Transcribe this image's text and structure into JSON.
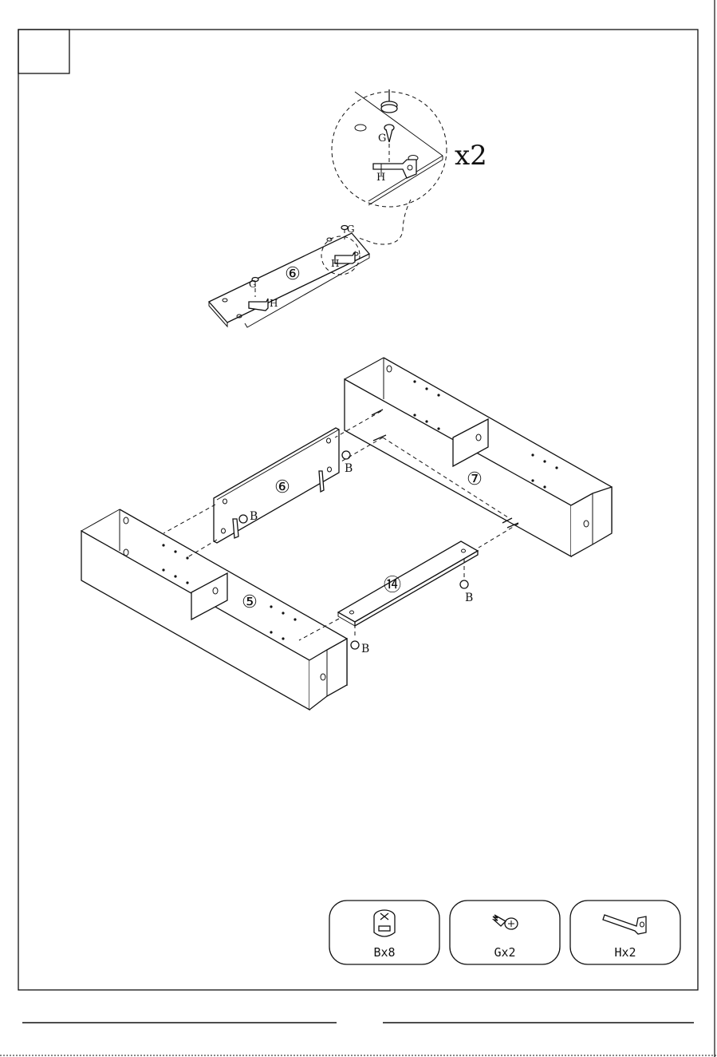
{
  "step": {
    "number_box": ""
  },
  "detail": {
    "multiplier": "x2",
    "label_g": "G",
    "label_h": "H"
  },
  "callouts": {
    "part_6_top": "⑥",
    "part_6_frame": "⑥",
    "part_7": "⑦",
    "part_5": "⑤",
    "part_14": "⑭",
    "g": "G",
    "h": "H",
    "b": "B"
  },
  "hardware": [
    {
      "id": "B",
      "caption": "Bx8",
      "icon": "cam-lock-icon"
    },
    {
      "id": "G",
      "caption": "Gx2",
      "icon": "screw-icon"
    },
    {
      "id": "H",
      "caption": "Hx2",
      "icon": "l-bracket-icon"
    }
  ]
}
